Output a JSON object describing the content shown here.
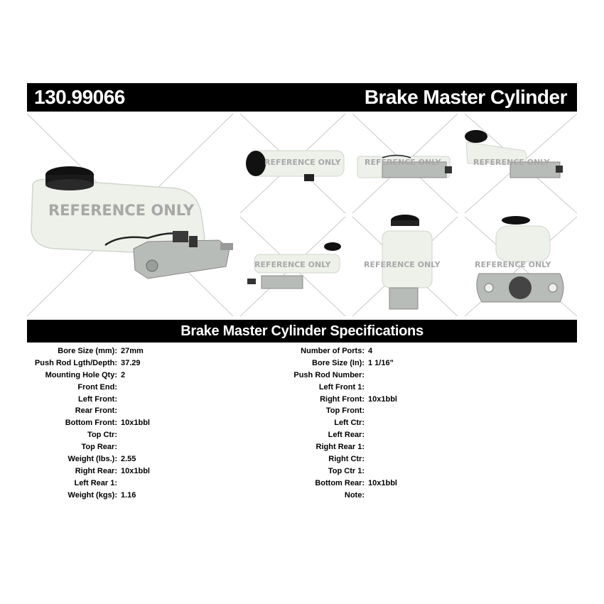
{
  "header": {
    "part_number": "130.99066",
    "product_title": "Brake Master Cylinder"
  },
  "photos": {
    "watermark": "REFERENCE ONLY"
  },
  "specifications": {
    "title": "Brake Master Cylinder Specifications",
    "left": [
      {
        "label": "Bore Size (mm):",
        "value": "27mm"
      },
      {
        "label": "Push Rod Lgth/Depth:",
        "value": "37.29"
      },
      {
        "label": "Mounting Hole Qty:",
        "value": "2"
      },
      {
        "label": "Front End:",
        "value": ""
      },
      {
        "label": "Left Front:",
        "value": ""
      },
      {
        "label": "Rear Front:",
        "value": ""
      },
      {
        "label": "Bottom Front:",
        "value": "10x1bbl"
      },
      {
        "label": "Top Ctr:",
        "value": ""
      },
      {
        "label": "Top Rear:",
        "value": ""
      },
      {
        "label": "Weight (lbs.):",
        "value": "2.55"
      },
      {
        "label": "Right Rear:",
        "value": "10x1bbl"
      },
      {
        "label": "Left Rear 1:",
        "value": ""
      },
      {
        "label": "Weight (kgs):",
        "value": "1.16"
      }
    ],
    "right": [
      {
        "label": "Number of Ports:",
        "value": "4"
      },
      {
        "label": "Bore Size (In):",
        "value": "1 1/16\""
      },
      {
        "label": "Push Rod Number:",
        "value": ""
      },
      {
        "label": "Left Front 1:",
        "value": ""
      },
      {
        "label": "Right Front:",
        "value": "10x1bbl"
      },
      {
        "label": "Top Front:",
        "value": ""
      },
      {
        "label": "Left Ctr:",
        "value": ""
      },
      {
        "label": "Left Rear:",
        "value": ""
      },
      {
        "label": "Right Rear 1:",
        "value": ""
      },
      {
        "label": "Right Ctr:",
        "value": ""
      },
      {
        "label": "Top Ctr 1:",
        "value": ""
      },
      {
        "label": "Bottom Rear:",
        "value": "10x1bbl"
      },
      {
        "label": "Note:",
        "value": ""
      }
    ]
  }
}
